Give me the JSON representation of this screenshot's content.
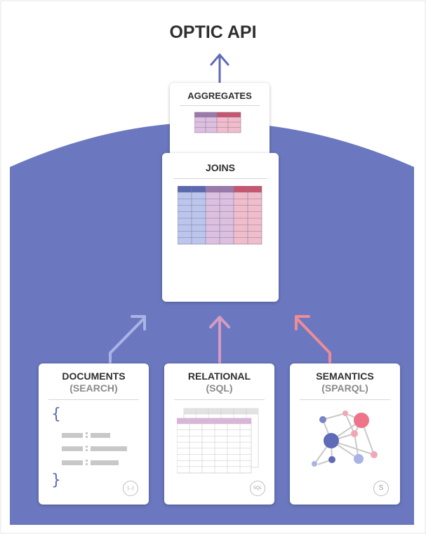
{
  "title": "OPTIC API",
  "colors": {
    "background_dome": "#6b78bf",
    "arrow_api": "#5f6ab8",
    "arrow_documents": "#a9b4e6",
    "arrow_relational": "#d59ac4",
    "arrow_semantics": "#ee8b98",
    "table_blue": "#bcc6ec",
    "table_purple": "#ddbfe0",
    "table_pink": "#f2bdcb"
  },
  "cards": {
    "aggregates": {
      "title": "AGGREGATES"
    },
    "joins": {
      "title": "JOINS"
    },
    "documents": {
      "title": "DOCUMENTS",
      "subtitle": "(SEARCH)",
      "brace_open": "{",
      "brace_close": "}",
      "badge": "{...}"
    },
    "relational": {
      "title": "RELATIONAL",
      "subtitle": "(SQL)",
      "badge": "SQL"
    },
    "semantics": {
      "title": "SEMANTICS",
      "subtitle": "(SPARQL)",
      "badge": "S"
    }
  },
  "icons": {
    "api_arrow": "arrow-up-icon",
    "documents_arrow": "arrow-up-right-icon",
    "relational_arrow": "arrow-up-icon",
    "semantics_arrow": "arrow-up-left-icon",
    "documents_graphic": "json-document-icon",
    "relational_graphic": "relational-tables-icon",
    "semantics_graphic": "graph-network-icon"
  }
}
